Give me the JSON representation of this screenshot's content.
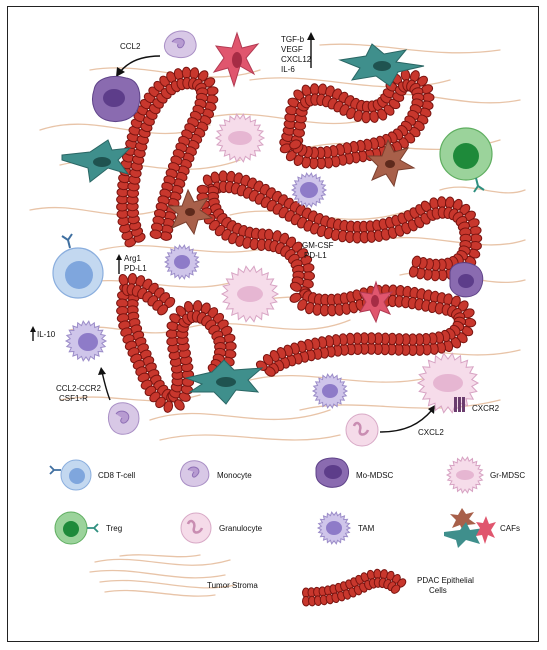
{
  "annotations": {
    "ccl2": "CCL2",
    "tgfb": "TGF-b",
    "vegf": "VEGF",
    "cxcl12": "CXCL12",
    "il6": "IL-6",
    "gmcsf": "GM-CSF",
    "pdl1_center": "PD-L1",
    "arg1": "Arg1",
    "pdl1_left": "PD-L1",
    "il10": "IL-10",
    "ccl2_ccr2": "CCL2-CCR2",
    "csf1r": "CSF1-R",
    "cxcl2": "CXCL2",
    "cxcr2": "CXCR2"
  },
  "legend": {
    "cd8": "CD8 T-cell",
    "monocyte": "Monocyte",
    "momdsc": "Mo-MDSC",
    "grmdsc": "Gr-MDSC",
    "treg": "Treg",
    "granulocyte": "Granulocyte",
    "tam": "TAM",
    "cafs": "CAFs",
    "stroma": "Tumor Stroma",
    "pdac_line1": "PDAC Epithelial",
    "pdac_line2": "Cells"
  },
  "colors": {
    "epithelial": "#c8372d",
    "epithelial_edge": "#7a1410",
    "stroma": "#e8c4a8",
    "caf_teal": "#3f8f8c",
    "caf_brown": "#a8604a",
    "caf_pink": "#e0566e",
    "cd8": "#9dbfe8",
    "treg": "#7cc47e",
    "monocyte": "#c7b3d9",
    "momdsc": "#8a6bb0",
    "grmdsc": "#f3d4e6",
    "tam": "#c4b8e2"
  }
}
